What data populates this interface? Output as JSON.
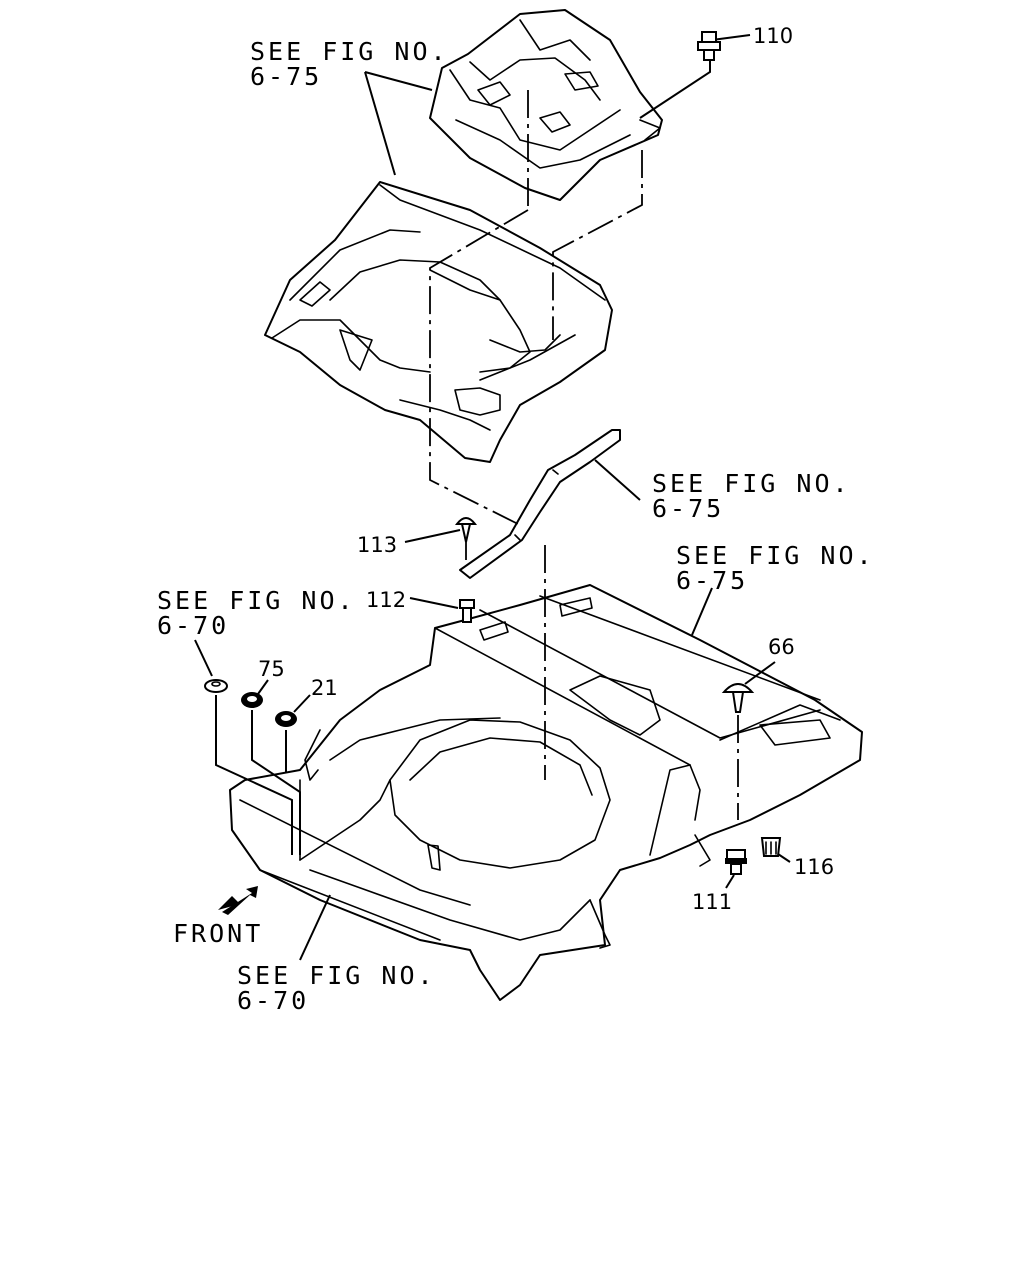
{
  "callouts": {
    "see_top": [
      "SEE FIG NO.",
      "6-75"
    ],
    "see_mid_right": [
      "SEE FIG NO.",
      "6-75"
    ],
    "see_floor_right": [
      "SEE FIG NO.",
      "6-75"
    ],
    "see_left": [
      "SEE FIG NO.",
      "6-70"
    ],
    "see_bottom": [
      "SEE FIG NO.",
      "6-70"
    ]
  },
  "part_numbers": {
    "p110": "110",
    "p113": "113",
    "p112": "112",
    "p75": "75",
    "p21": "21",
    "p66": "66",
    "p116": "116",
    "p111": "111"
  },
  "front_label": "FRONT"
}
